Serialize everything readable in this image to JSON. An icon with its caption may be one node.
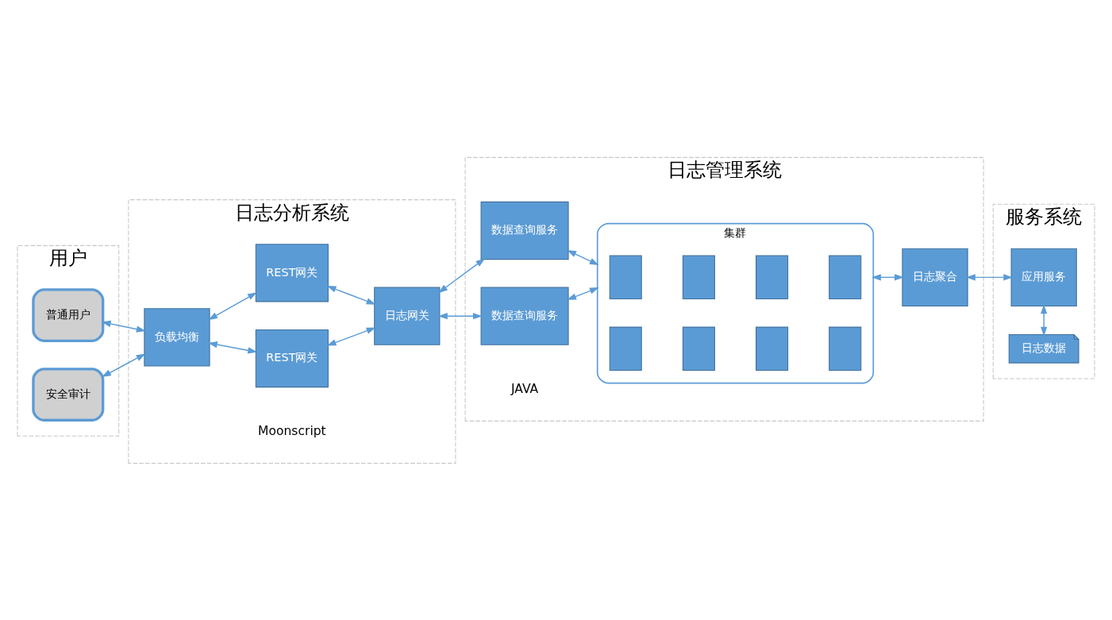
{
  "diagram": {
    "nodes": [
      {
        "text": [
          "用户"
        ]
      },
      {
        "text": [
          "普通用户"
        ],
        "in": 0
      },
      {
        "text": [
          "安全审计"
        ],
        "in": 0
      },
      {
        "text": [
          "日志分析系统"
        ]
      },
      {
        "text": [
          "负载均衡"
        ],
        "in": 3
      },
      {
        "text": [
          "REST网关"
        ],
        "in": 3
      },
      {
        "text": [
          "REST网关"
        ],
        "in": 3
      },
      {
        "text": [
          "日志网关"
        ],
        "in": 3
      },
      {
        "text": [
          "日志管理系统"
        ]
      },
      {
        "text": [
          "数据查询服务"
        ],
        "in": 8
      },
      {
        "text": [
          "数据查询服务"
        ],
        "in": 8
      },
      {
        "text": [
          "集群"
        ],
        "in": 8
      },
      {
        "text": [],
        "shape": "box",
        "in": 11
      },
      {
        "text": [],
        "shape": "box",
        "in": 11
      },
      {
        "text": [],
        "shape": "box",
        "in": 11
      },
      {
        "text": [],
        "shape": "box",
        "in": 11
      },
      {
        "text": [],
        "shape": "box",
        "in": 11
      },
      {
        "text": [],
        "shape": "box",
        "in": 11
      },
      {
        "text": [],
        "shape": "box",
        "in": 11
      },
      {
        "text": [],
        "shape": "box",
        "in": 11
      },
      {
        "text": [
          "日志聚合"
        ],
        "in": 8
      },
      {
        "text": [
          "服务系统"
        ]
      },
      {
        "text": [
          "应用服务"
        ],
        "in": 21
      },
      {
        "text": [
          "日志数据"
        ],
        "in": 21
      }
    ],
    "edges": [
      {
        "from": 1,
        "to": 4,
        "arrow": "both"
      },
      {
        "from": 2,
        "to": 4,
        "arrow": "both"
      },
      {
        "from": 4,
        "to": 5,
        "arrow": "both"
      },
      {
        "from": 4,
        "to": 6,
        "arrow": "both"
      },
      {
        "from": 5,
        "to": 7,
        "arrow": "both"
      },
      {
        "from": 6,
        "to": 7,
        "arrow": "both"
      },
      {
        "from": 7,
        "to": 9,
        "arrow": "both"
      },
      {
        "from": 7,
        "to": 10,
        "arrow": "both"
      },
      {
        "from": 9,
        "to": 11,
        "arrow": "both"
      },
      {
        "from": 10,
        "to": 11,
        "arrow": "both"
      },
      {
        "from": 11,
        "to": 20,
        "arrow": "both"
      },
      {
        "from": 20,
        "to": 22,
        "arrow": "both"
      },
      {
        "from": 23,
        "to": 22,
        "arrow": "both"
      }
    ],
    "labels": [
      "Moonscript",
      "JAVA"
    ]
  }
}
